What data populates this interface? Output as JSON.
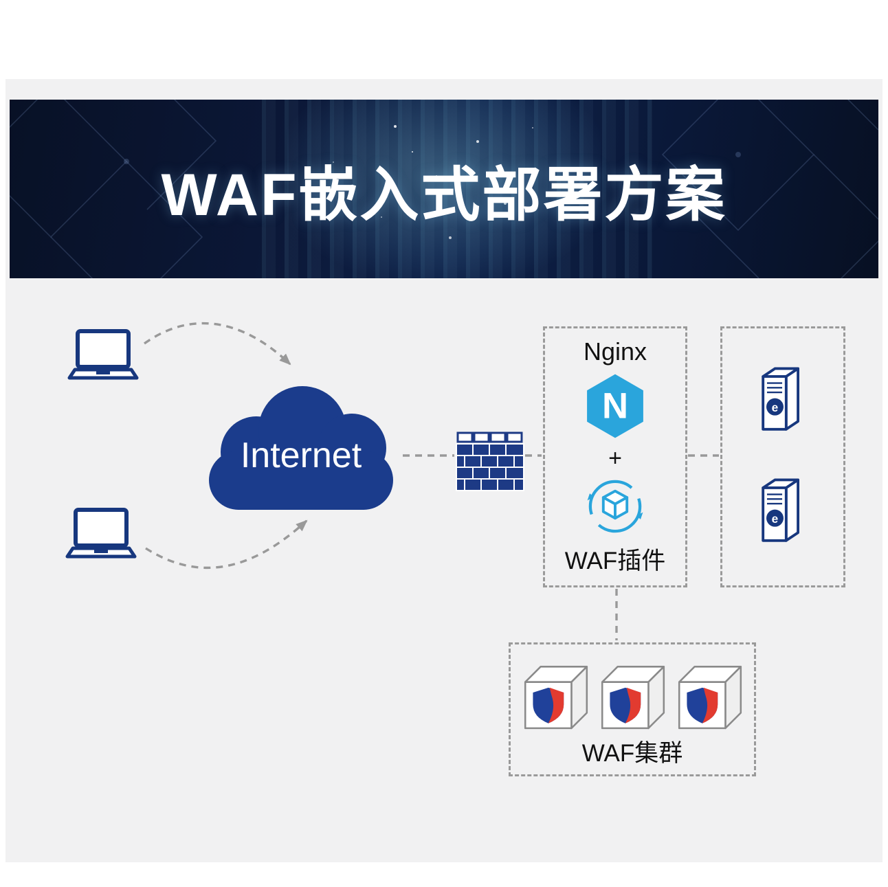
{
  "banner": {
    "title": "WAF嵌入式部署方案"
  },
  "diagram": {
    "internet": {
      "label": "Internet"
    },
    "nginx_box": {
      "title": "Nginx",
      "logo_letter": "N",
      "plus": "+",
      "plugin_label": "WAF插件"
    },
    "servers": {
      "logo_letter": "e"
    },
    "waf_cluster": {
      "label": "WAF集群"
    }
  },
  "colors": {
    "navy": "#17377e",
    "cloud_blue": "#1b3c8c",
    "nginx_blue": "#2aa5dc",
    "plugin_blue": "#2aa5dc",
    "shield_blue": "#20419a",
    "shield_red": "#e23b30",
    "connector_gray": "#999999",
    "banner_bg": "#0b1736",
    "content_bg": "#f1f1f2"
  }
}
